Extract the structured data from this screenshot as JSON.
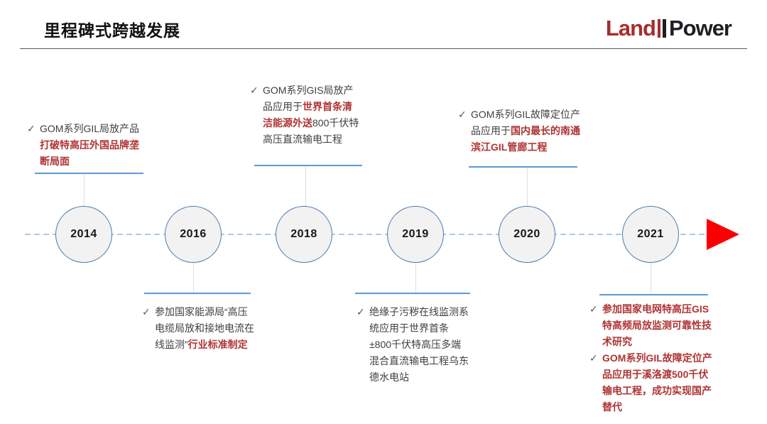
{
  "header": {
    "title": "里程碑式跨越发展",
    "logo": {
      "land": "Land",
      "power": "Power"
    }
  },
  "colors": {
    "accent_red": "#b03333",
    "logo_red": "#a52d2d",
    "line_blue": "#5b9bd5",
    "dash_blue": "#a9cbe6",
    "circle_border": "#4a7bab",
    "arrow_red": "#fb0000"
  },
  "timeline": {
    "years": [
      {
        "label": "2014"
      },
      {
        "label": "2016"
      },
      {
        "label": "2018"
      },
      {
        "label": "2019"
      },
      {
        "label": "2020"
      },
      {
        "label": "2021"
      }
    ]
  },
  "milestones": [
    {
      "year": "2014",
      "side": "above",
      "check": "✓",
      "items": [
        {
          "segments": [
            {
              "style": "dark",
              "text": "GOM系列GIL局放产品"
            },
            {
              "style": "red",
              "text": "打破特高压外国品牌垄断局面"
            }
          ]
        }
      ]
    },
    {
      "year": "2016",
      "side": "below",
      "check": "✓",
      "items": [
        {
          "segments": [
            {
              "style": "dark",
              "text": "参加国家能源局“高压电缆局放和接地电流在线监测”"
            },
            {
              "style": "red",
              "text": "行业标准制定"
            }
          ]
        }
      ]
    },
    {
      "year": "2018",
      "side": "above",
      "check": "✓",
      "items": [
        {
          "segments": [
            {
              "style": "dark",
              "text": "GOM系列GIS局放产品应用于"
            },
            {
              "style": "red",
              "text": "世界首条清洁能源外送"
            },
            {
              "style": "dark",
              "text": "800千伏特高压直流输电工程"
            }
          ]
        }
      ]
    },
    {
      "year": "2019",
      "side": "below",
      "check": "✓",
      "items": [
        {
          "segments": [
            {
              "style": "dark",
              "text": "绝缘子污秽在线监测系统应用于世界首条±800千伏特高压多端混合直流输电工程乌东德水电站"
            }
          ]
        }
      ]
    },
    {
      "year": "2020",
      "side": "above",
      "check": "✓",
      "items": [
        {
          "segments": [
            {
              "style": "dark",
              "text": "GOM系列GIL故障定位产品应用于"
            },
            {
              "style": "red",
              "text": "国内最长的南通滨江GIL管廊工程"
            }
          ]
        }
      ]
    },
    {
      "year": "2021",
      "side": "below",
      "check": "✓",
      "items": [
        {
          "segments": [
            {
              "style": "red",
              "text": "参加国家电网特高压GIS特高频局放监测可靠性技术研究"
            }
          ]
        },
        {
          "segments": [
            {
              "style": "red",
              "text": "GOM系列GIL故障定位产品应用于溪洛渡500千伏输电工程，成功实现国产替代"
            }
          ]
        }
      ]
    }
  ]
}
